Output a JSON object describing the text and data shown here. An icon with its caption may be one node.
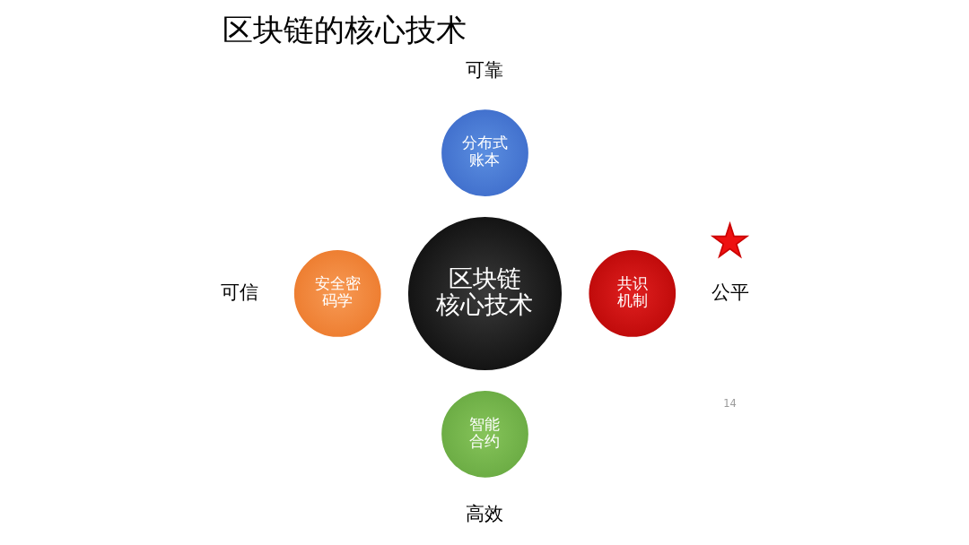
{
  "diagram": {
    "title": "区块链的核心技术",
    "nodes": [
      {
        "text": [
          "区块链核心技术"
        ]
      },
      {
        "text": [
          "分布式账本"
        ],
        "beside": [
          "可靠"
        ]
      },
      {
        "text": [
          "安全密码学"
        ],
        "beside": [
          "可信"
        ]
      },
      {
        "text": [
          "共识机制"
        ],
        "beside": [
          "公平"
        ]
      },
      {
        "text": [
          "智能合约"
        ],
        "beside": [
          "高效"
        ]
      },
      {
        "text": [],
        "shape": "star"
      }
    ],
    "labels": [
      "14"
    ]
  }
}
